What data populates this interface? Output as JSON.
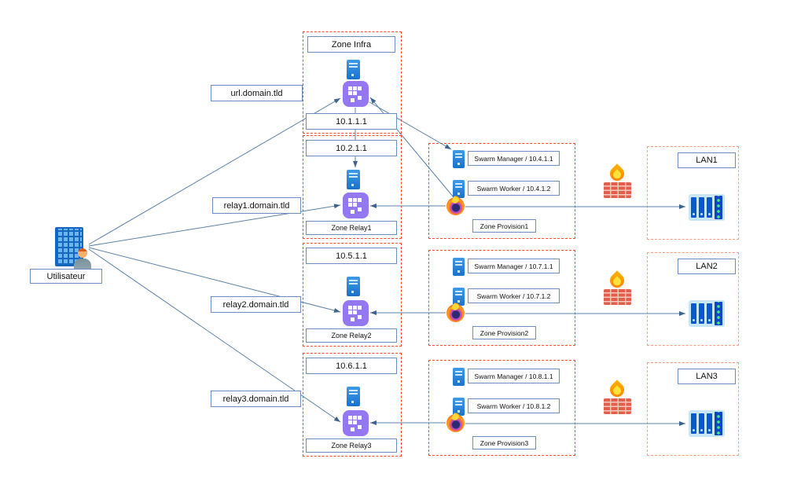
{
  "user": {
    "label": "Utilisateur"
  },
  "edge_labels": {
    "url": "url.domain.tld"
  },
  "infra": {
    "title": "Zone Infra",
    "ip": "10.1.1.1"
  },
  "rows": [
    {
      "domain": "relay1.domain.tld",
      "relay_ip": "10.2.1.1",
      "relay_zone": "Zone Relay1",
      "swarm_manager": "Swarm Manager / 10.4.1.1",
      "swarm_worker": "Swarm Worker / 10.4.1.2",
      "provision_zone": "Zone Provision1",
      "lan": "LAN1"
    },
    {
      "domain": "relay2.domain.tld",
      "relay_ip": "10.5.1.1",
      "relay_zone": "Zone Relay2",
      "swarm_manager": "Swarm Manager / 10.7.1.1",
      "swarm_worker": "Swarm Worker / 10.7.1.2",
      "provision_zone": "Zone Provision2",
      "lan": "LAN2"
    },
    {
      "domain": "relay3.domain.tld",
      "relay_ip": "10.6.1.1",
      "relay_zone": "Zone Relay3",
      "swarm_manager": "Swarm Manager / 10.8.1.1",
      "swarm_worker": "Swarm Worker / 10.8.1.2",
      "provision_zone": "Zone Provision3",
      "lan": "LAN3"
    }
  ],
  "icons": {
    "user": "building-user-icon",
    "server": "server-icon",
    "proxy": "traefik-proxy-icon",
    "browser": "firefox-icon",
    "firewall": "firewall-icon",
    "lan_server": "nas-server-icon"
  },
  "colors": {
    "zone_border": "#ff4a2a",
    "lan_border": "#ff9c7d",
    "box_border": "#6c8ebf",
    "edge": "#5b80a8",
    "traefik_purple": "#9478f1",
    "server_blue": "#1a72cc"
  }
}
